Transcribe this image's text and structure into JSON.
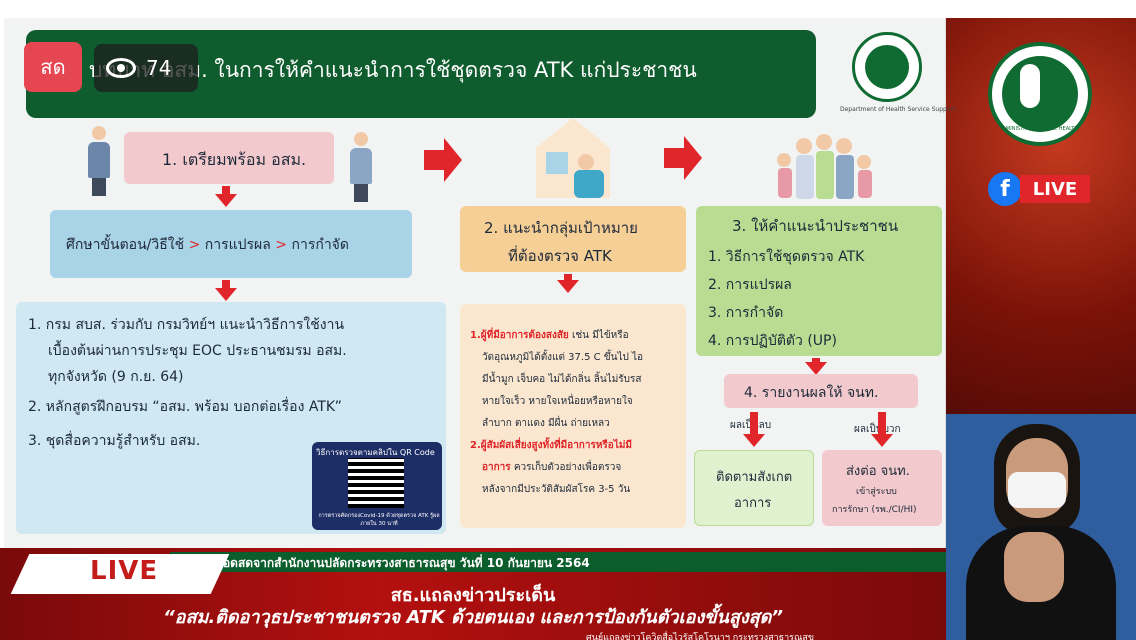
{
  "stream": {
    "live_badge": "สด",
    "viewer_count": "74"
  },
  "slide": {
    "title": "บทบาท อสม. ในการให้คำแนะนำการใช้ชุดตรวจ ATK แก่ประชาชน",
    "dept_label": "Department of Health Service Support",
    "step1": {
      "header": "1. เตรียมพร้อม อสม.",
      "study": [
        "ศึกษาขั้นตอน/วิธีใช้",
        ">",
        "การแปรผล",
        ">",
        "การกำจัด"
      ],
      "items": [
        "1. กรม สบส. ร่วมกับ กรมวิทย์ฯ แนะนำวิธีการใช้งาน",
        "เบื้องต้นผ่านการประชุม EOC ประธานชมรม อสม.",
        "ทุกจังหวัด (9 ก.ย. 64)",
        "2. หลักสูตรฝึกอบรม “อสม. พร้อม บอกต่อเรื่อง ATK”",
        "3. ชุดสื่อความรู้สำหรับ อสม."
      ],
      "qr_title": "วิธีการตรวจตามคลิปใน QR Code",
      "qr_caption": "การตรวจคัดกรองCovid-19 ด้วยชุดตรวจ ATK รู้ผลภายใน 30 นาที"
    },
    "step2": {
      "header_line1": "2. แนะนำกลุ่มเป้าหมาย",
      "header_line2": "ที่ต้องตรวจ ATK",
      "p1_highlight": "1.ผู้ที่มีอาการต้องสงสัย",
      "p1_rest": [
        " เช่น มีไข้หรือ",
        "วัดอุณหภูมิได้ตั้งแต่ 37.5 C ขึ้นไป ไอ",
        "มีน้ำมูก เจ็บคอ ไม่ได้กลิ่น ลิ้นไม่รับรส",
        "หายใจเร็ว หายใจเหนื่อยหรือหายใจ",
        "ลำบาก ตาแดง มีผื่น ถ่ายเหลว"
      ],
      "p2_highlight": [
        "2.ผู้สัมผัสเสี่ยงสูงทั้งที่มีอาการหรือไม่มี",
        "อาการ"
      ],
      "p2_rest": [
        " ควรเก็บตัวอย่างเพื่อตรวจ",
        "หลังจากมีประวัติสัมผัสโรค 3-5 วัน"
      ]
    },
    "step3": {
      "header": "3. ให้คำแนะนำประชาชน",
      "items": [
        "1. วิธีการใช้ชุดตรวจ ATK",
        "2. การแปรผล",
        "3. การกำจัด",
        "4. การปฏิบัติตัว (UP)"
      ],
      "report": "4. รายงานผลให้ จนท.",
      "neg_label": "ผลเป็นลบ",
      "pos_label": "ผลเป็นบวก",
      "neg_box": [
        "ติดตามสังเกต",
        "อาการ"
      ],
      "pos_box": [
        "ส่งต่อ จนท.",
        "เข้าสู่ระบบ",
        "การรักษา (รพ./CI/HI)"
      ]
    }
  },
  "right_panel": {
    "logo_text": "MINISTRY OF PUBLIC HEALTH",
    "fb_label": "f",
    "live_label": "LIVE"
  },
  "banner": {
    "live": "LIVE",
    "top_text": "ถ่ายทอดสดจากสำนักงานปลัดกระทรวงสาธารณสุข วันที่ 10 กันยายน 2564",
    "headline1": "สธ.แถลงข่าวประเด็น",
    "headline2": "“อสม.ติดอาวุธประชาชนตรวจ ATK ด้วยตนเอง และการป้องกันตัวเองขั้นสูงสุด”",
    "sub": "ศูนย์แถลงข่าวโควิดสื่อไวรัสโคโรนาฯ กระทรวงสาธารณสุข"
  },
  "colors": {
    "title_green": "#0f5c2e",
    "accent_red": "#e0262b",
    "step1_pink": "#f2c9cc",
    "step_blue": "#a9d3e6",
    "step2_orange": "#f6cf96",
    "step3_green": "#b8dc91"
  }
}
